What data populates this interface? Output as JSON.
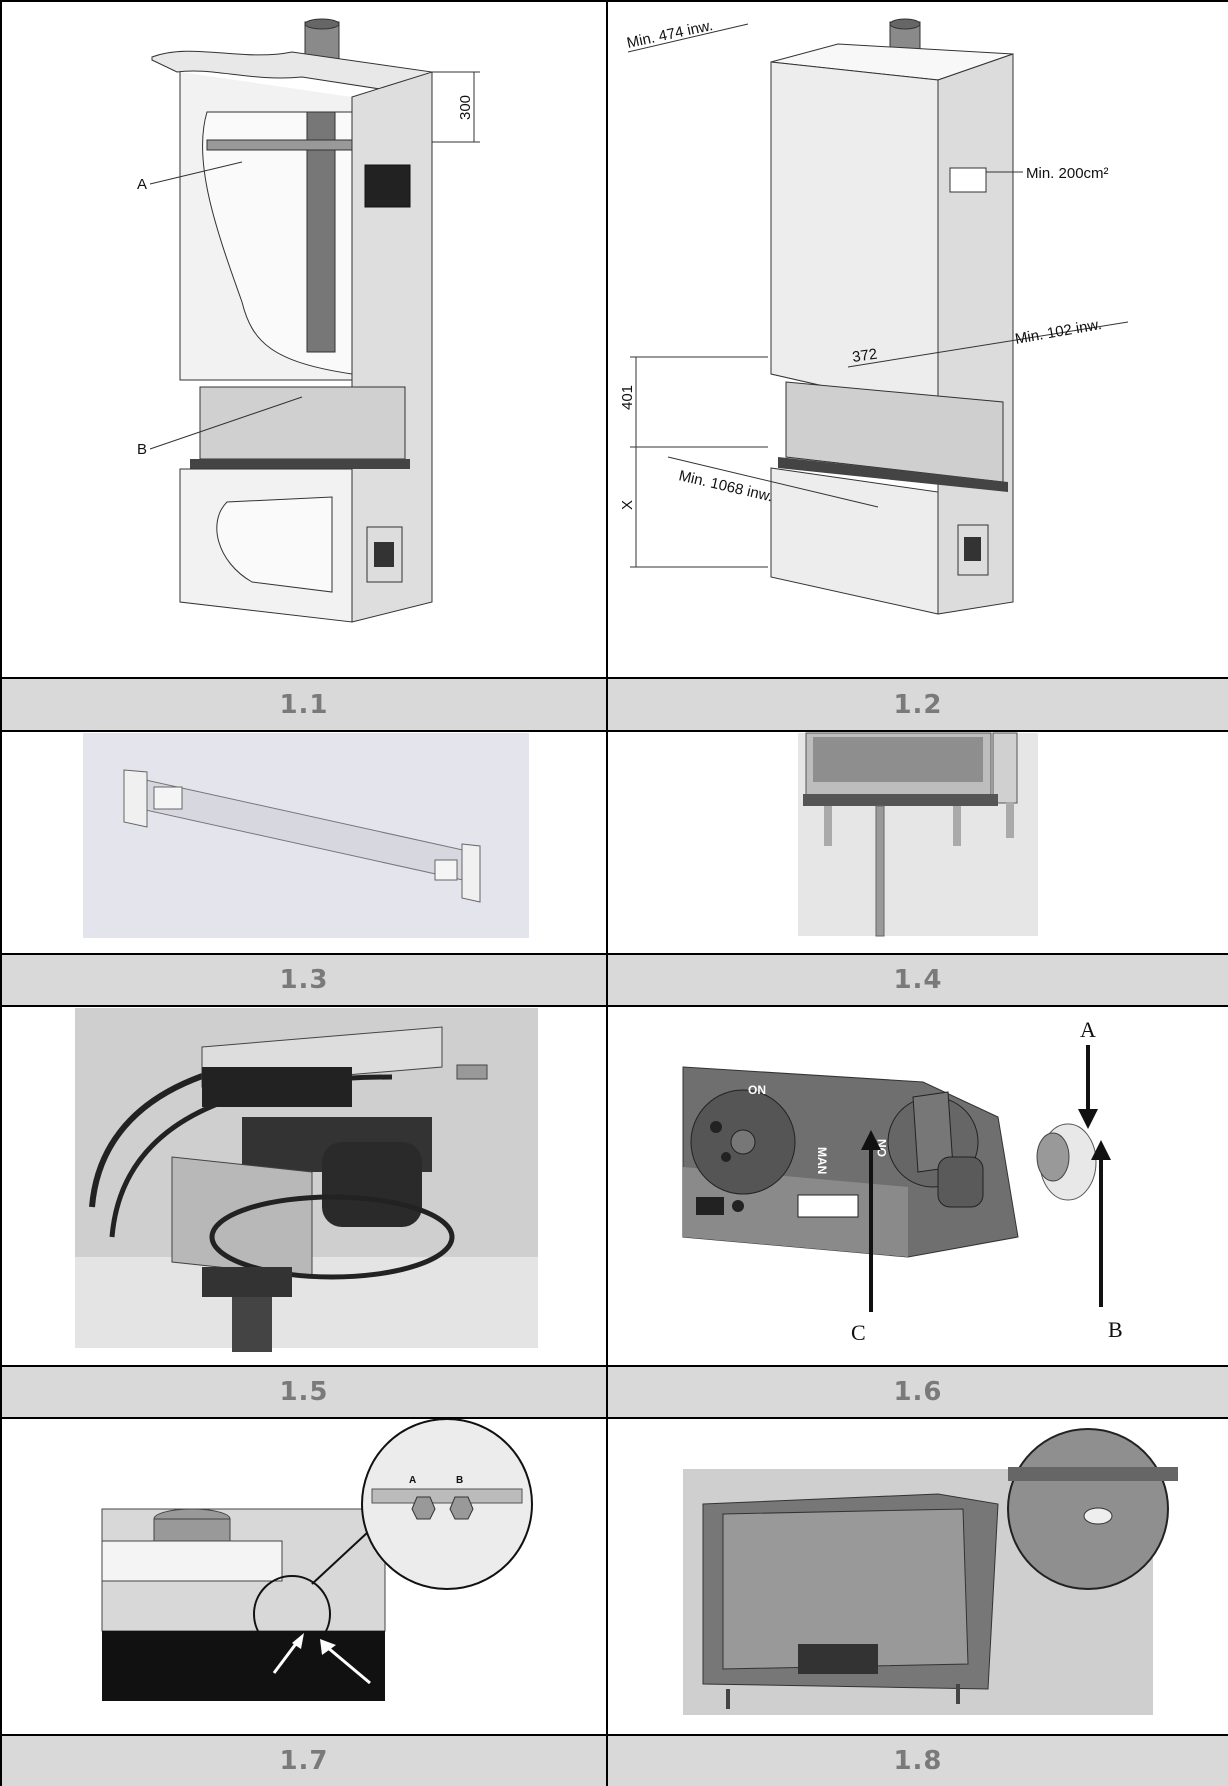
{
  "figures": [
    {
      "id": "fig-1-1",
      "caption": "1.1",
      "labels": [
        "A",
        "B"
      ],
      "dimension": "300"
    },
    {
      "id": "fig-1-2",
      "caption": "1.2",
      "labels": [
        "Min. 474 inw.",
        "Min. 200cm²",
        "Min. 102 inw.",
        "372",
        "401",
        "Min. 1068 inw.",
        "X"
      ]
    },
    {
      "id": "fig-1-3",
      "caption": "1.3"
    },
    {
      "id": "fig-1-4",
      "caption": "1.4"
    },
    {
      "id": "fig-1-5",
      "caption": "1.5"
    },
    {
      "id": "fig-1-6",
      "caption": "1.6",
      "labels": [
        "A",
        "B",
        "C",
        "ON",
        "MAN",
        "ON"
      ]
    },
    {
      "id": "fig-1-7",
      "caption": "1.7",
      "labels": [
        "A",
        "B"
      ]
    },
    {
      "id": "fig-1-8",
      "caption": "1.8"
    }
  ],
  "colors": {
    "caption_bg": "#d9d9d9",
    "caption_text": "#7a7a7a",
    "border": "#000000"
  }
}
